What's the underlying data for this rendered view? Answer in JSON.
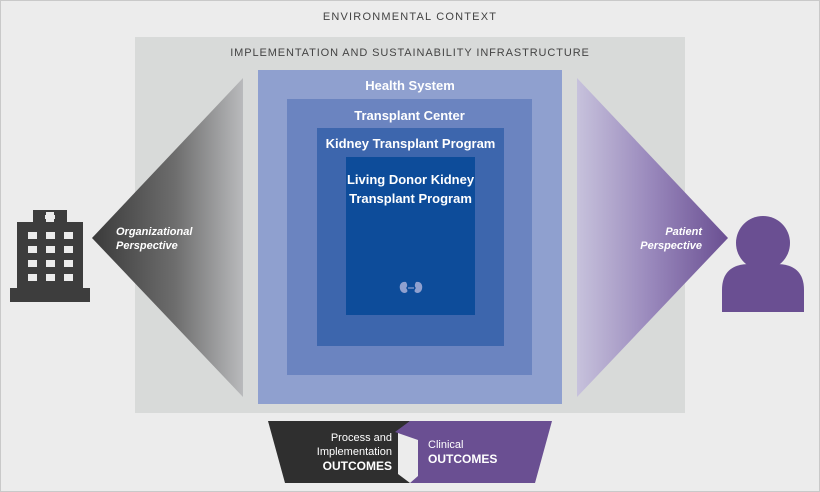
{
  "environment": {
    "title": "ENVIRONMENTAL CONTEXT"
  },
  "infrastructure": {
    "title": "IMPLEMENTATION AND SUSTAINABILITY INFRASTRUCTURE"
  },
  "levels": {
    "health_system": "Health System",
    "transplant_center": "Transplant Center",
    "kidney_program": "Kidney Transplant Program",
    "living_donor_program": "Living Donor Kidney Transplant Program"
  },
  "perspectives": {
    "organizational": "Organizational Perspective",
    "patient": "Patient Perspective"
  },
  "outcomes": {
    "process": {
      "line1": "Process and",
      "line2": "Implementation",
      "strong": "OUTCOMES"
    },
    "clinical": {
      "line1": "Clinical",
      "strong": "OUTCOMES"
    }
  },
  "icons": {
    "organization": "hospital-building-icon",
    "patient": "person-icon",
    "kidney": "kidney-icon"
  },
  "colors": {
    "health_system": "#8fa0cf",
    "transplant_center": "#6b84c0",
    "kidney_program": "#3d66ad",
    "living_donor": "#0d4c9a",
    "organizational": "#4a4a4a",
    "patient": "#6a4f92"
  }
}
